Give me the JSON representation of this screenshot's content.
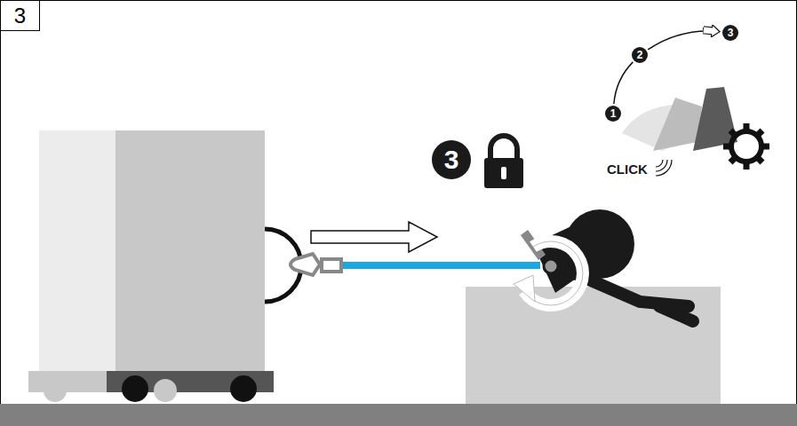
{
  "diagram": {
    "nodes": [
      {
        "text": [
          "3"
        ]
      },
      {
        "text": [
          "3"
        ]
      },
      {
        "text": [
          "1"
        ]
      },
      {
        "text": [
          "2"
        ]
      },
      {
        "text": [
          "3"
        ]
      }
    ],
    "edges": [
      {
        "from": 2,
        "to": 3,
        "arrow": "none"
      },
      {
        "from": 3,
        "to": 4,
        "arrow": "to"
      }
    ],
    "labels": [
      "CLICK"
    ]
  }
}
